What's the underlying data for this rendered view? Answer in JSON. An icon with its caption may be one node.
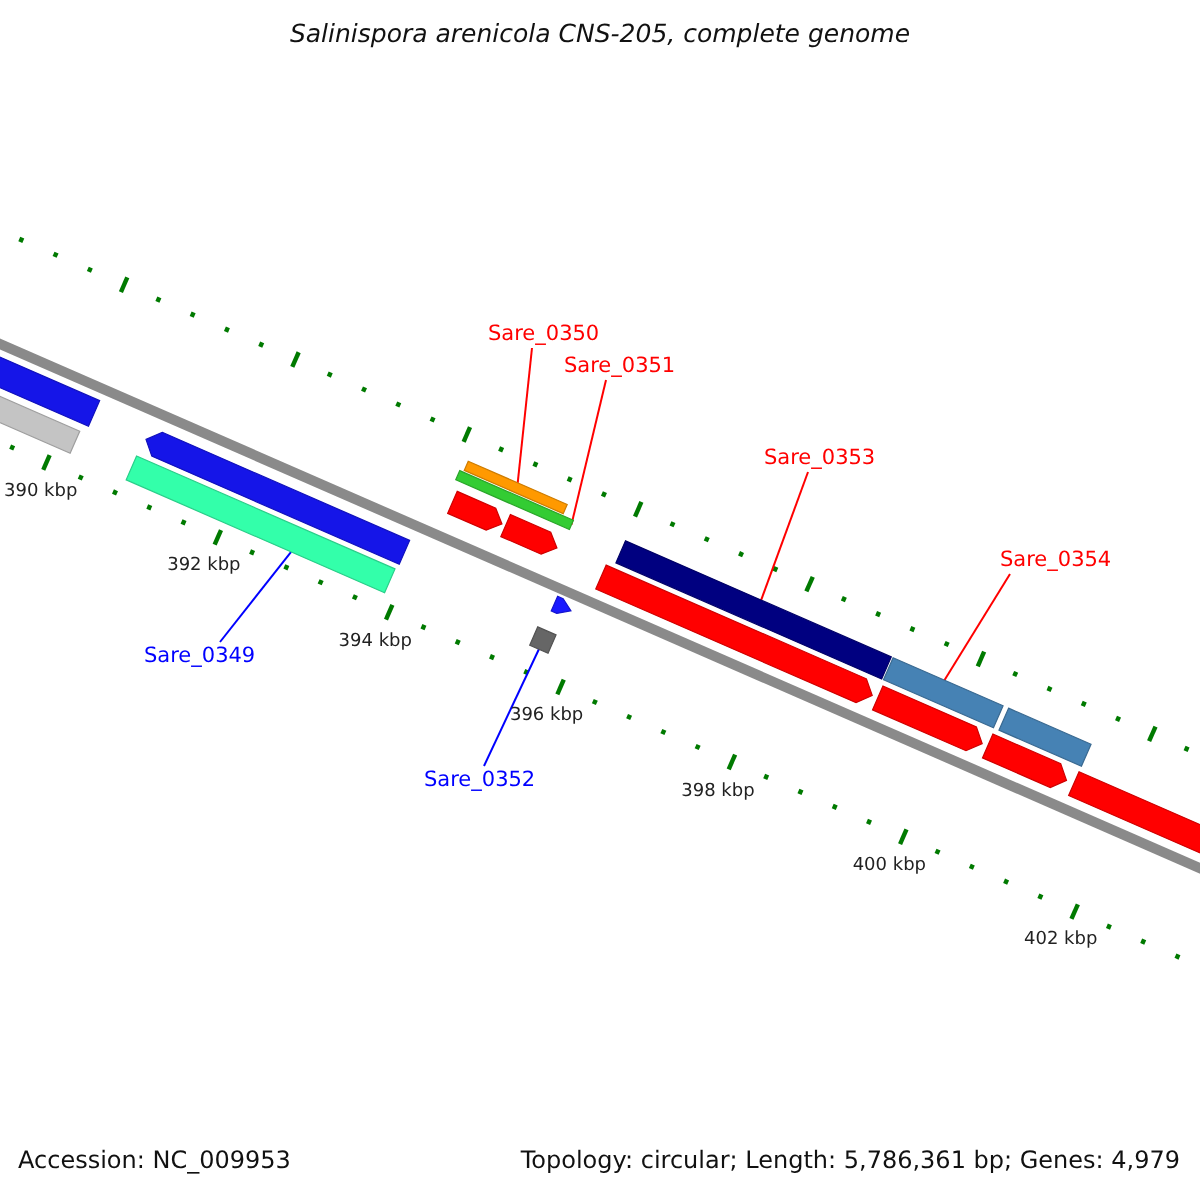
{
  "diagram": {
    "title": "Salinispora arenicola CNS-205, complete genome",
    "nodes": [
      {
        "text": [
          "Sare_0350"
        ]
      },
      {
        "text": [
          "Sare_0351"
        ]
      },
      {
        "text": [
          "Sare_0353"
        ]
      },
      {
        "text": [
          "Sare_0354"
        ]
      },
      {
        "text": [
          "Sare_0349"
        ]
      },
      {
        "text": [
          "Sare_0352"
        ]
      },
      {
        "text": [],
        "shape": "bar"
      },
      {
        "text": [],
        "shape": "bar"
      },
      {
        "text": [],
        "shape": "bar"
      },
      {
        "text": [],
        "shape": "bar"
      },
      {
        "text": [],
        "shape": "bar"
      },
      {
        "text": [],
        "shape": "box"
      }
    ],
    "edges": [
      {
        "from": 0,
        "to": 6,
        "arrow": "none"
      },
      {
        "from": 1,
        "to": 7,
        "arrow": "none"
      },
      {
        "from": 2,
        "to": 8,
        "arrow": "none"
      },
      {
        "from": 3,
        "to": 9,
        "arrow": "none"
      },
      {
        "from": 4,
        "to": 10,
        "arrow": "none",
        "color": "#0000ff"
      },
      {
        "from": 5,
        "to": 11,
        "arrow": "none",
        "color": "#0000ff"
      }
    ],
    "labels": [
      "390 kbp",
      "392 kbp",
      "394 kbp",
      "396 kbp",
      "398 kbp",
      "400 kbp",
      "402 kbp",
      "Accession: NC_009953",
      "Topology: circular; Length: 5,786,361 bp; Genes: 4,979"
    ]
  }
}
